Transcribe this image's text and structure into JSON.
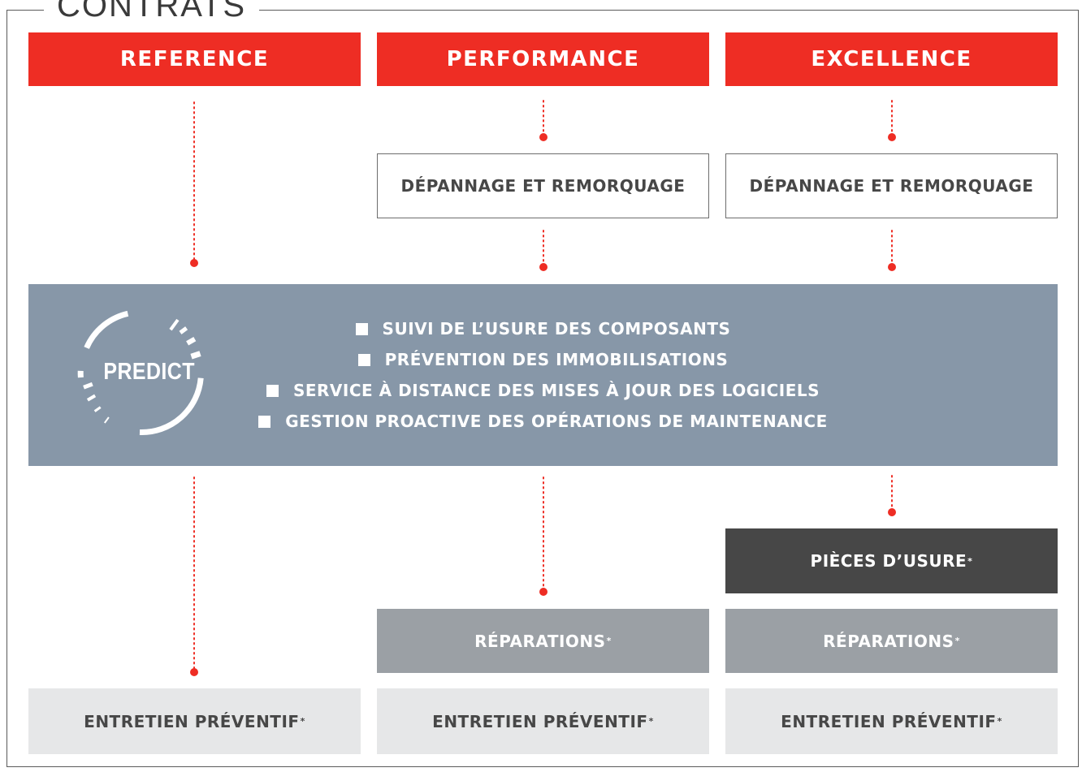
{
  "title": "CONTRATS",
  "columns": [
    {
      "header": "REFERENCE"
    },
    {
      "header": "PERFORMANCE",
      "depannage": "DÉPANNAGE ET REMORQUAGE",
      "reparations": "RÉPARATIONS"
    },
    {
      "header": "EXCELLENCE",
      "depannage": "DÉPANNAGE ET REMORQUAGE",
      "pieces": "PIÈCES D’USURE",
      "reparations": "RÉPARATIONS"
    }
  ],
  "predict": {
    "logo_text": "PREDICT",
    "items": [
      "SUIVI DE L’USURE DES COMPOSANTS",
      "PRÉVENTION DES IMMOBILISATIONS",
      "SERVICE À DISTANCE DES MISES À JOUR DES LOGICIELS",
      "GESTION PROACTIVE DES OPÉRATIONS DE MAINTENANCE"
    ]
  },
  "entretien": "ENTRETIEN PRÉVENTIF",
  "asterisk": "*",
  "colors": {
    "red": "#ee2d24",
    "slate": "#8797a8",
    "dark": "#474747",
    "gray": "#9ba0a5",
    "light": "#e6e7e8"
  }
}
